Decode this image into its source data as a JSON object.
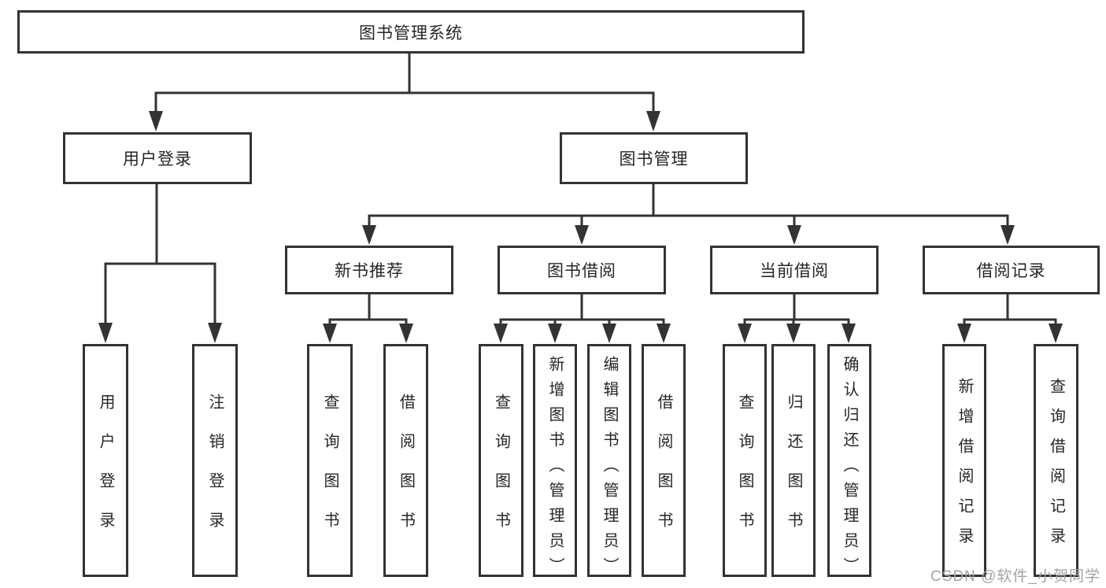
{
  "tree": {
    "root": {
      "label": "图书管理系统"
    },
    "login": {
      "label": "用户登录",
      "children": [
        {
          "label": "用户登录"
        },
        {
          "label": "注销登录"
        }
      ]
    },
    "mgmt": {
      "label": "图书管理",
      "sections": [
        {
          "label": "新书推荐",
          "children": [
            {
              "label": "查询图书"
            },
            {
              "label": "借阅图书"
            }
          ]
        },
        {
          "label": "图书借阅",
          "children": [
            {
              "label": "查询图书"
            },
            {
              "label": "新增图书（管理员）"
            },
            {
              "label": "编辑图书（管理员）"
            },
            {
              "label": "借阅图书"
            }
          ]
        },
        {
          "label": "当前借阅",
          "children": [
            {
              "label": "查询图书"
            },
            {
              "label": "归还图书"
            },
            {
              "label": "确认归还（管理员）"
            }
          ]
        },
        {
          "label": "借阅记录",
          "children": [
            {
              "label": "新增借阅记录"
            },
            {
              "label": "查询借阅记录"
            }
          ]
        }
      ]
    }
  },
  "watermark": {
    "text": "CSDN @软件_小贺同学"
  },
  "colors": {
    "line": "#333333",
    "text": "#262626",
    "watermark": "#a2a2ae",
    "background": "#ffffff"
  }
}
